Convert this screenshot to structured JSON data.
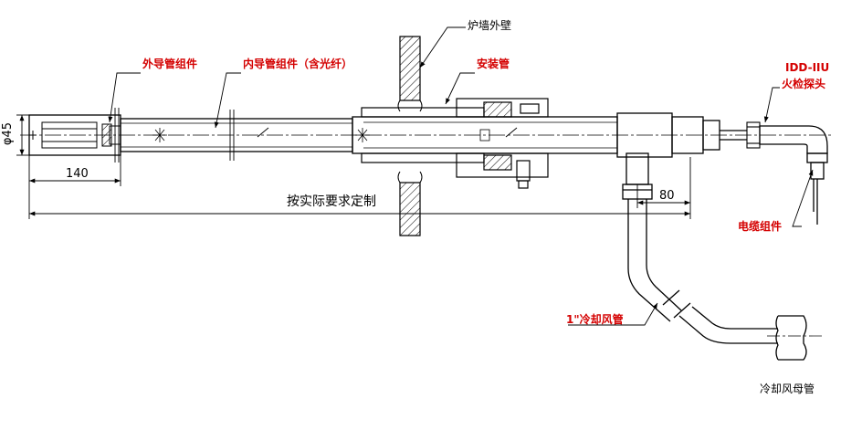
{
  "labels": {
    "outer_guide": "外导管组件",
    "inner_guide": "内导管组件（含光纤）",
    "furnace_wall": "炉墙外壁",
    "install_pipe": "安装管",
    "detector_model": "IDD-IIU",
    "detector_name": "火检探头",
    "cable_assembly": "电缆组件",
    "cooling_pipe": "1\"冷却风管",
    "cooling_main": "冷却风母管"
  },
  "dimensions": {
    "diameter": "φ45",
    "length_140": "140",
    "length_80": "80",
    "custom_length": "按实际要求定制"
  },
  "colors": {
    "line": "#000000",
    "label_red": "#d40000"
  }
}
